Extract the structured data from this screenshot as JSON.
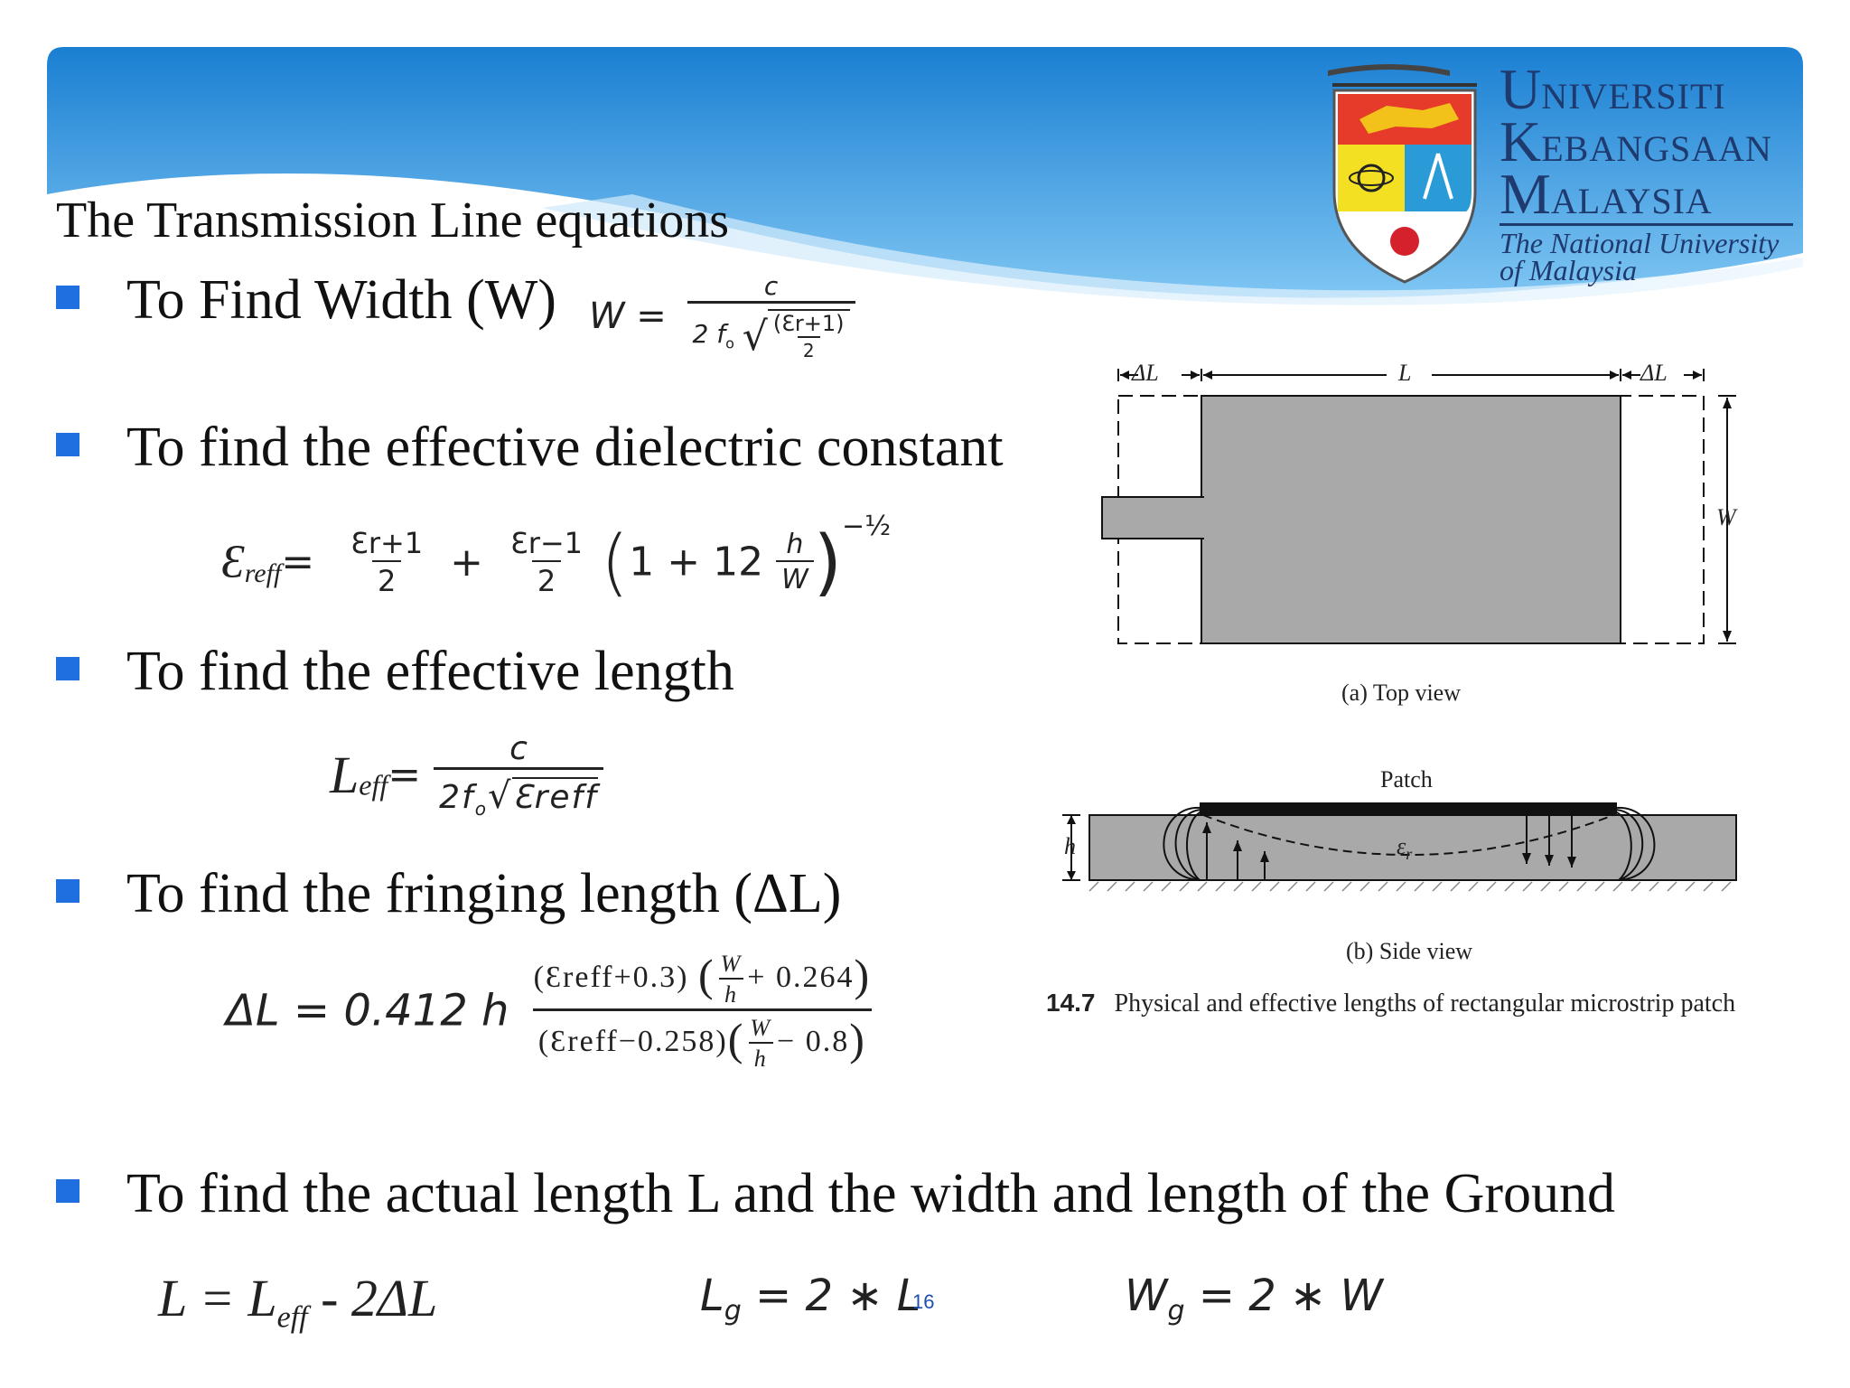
{
  "slide": {
    "title": "The Transmission Line equations",
    "page_number": "16",
    "accent_color": "#1f6fe0",
    "banner_color": "#2a8fdc"
  },
  "logo": {
    "university_line1_initial": "U",
    "university_line1_rest": "NIVERSITI",
    "university_line2_initial": "K",
    "university_line2_rest": "EBANGSAAN",
    "university_line3_initial": "M",
    "university_line3_rest": "ALAYSIA",
    "subtitle_line1": "The National University",
    "subtitle_line2": "of Malaysia"
  },
  "bullets": [
    "To Find Width (W)",
    "To find the effective dielectric constant",
    "To find the effective length",
    "To find  the fringing length (ΔL)",
    "To find the actual length L and the width and length of the Ground"
  ],
  "equations": {
    "width": {
      "lhs": "W =",
      "num": "c",
      "den_prefix": "2 f",
      "den_sub": "o",
      "root_num": "(Ɛr+1)",
      "root_den": "2"
    },
    "ereff": {
      "lhs": "Ɛ",
      "lhs_sub": "reff",
      "eq": "=",
      "t1_num": "Ɛr+1",
      "t1_den": "2",
      "plus": "+",
      "t2_num": "Ɛr−1",
      "t2_den": "2",
      "paren_text": "1 + 12",
      "h": "h",
      "W": "W",
      "exp": "−½"
    },
    "leff": {
      "lhs": "L",
      "lhs_sub": "eff",
      "eq": "=",
      "num": "c",
      "den": "2f",
      "den_sub": "o",
      "root": "Ɛreff"
    },
    "delta_l": {
      "lhs": "ΔL = 0.412 h",
      "num_a": "(Ɛreff+0.3)",
      "num_b": "+ 0.264",
      "den_a": "(Ɛreff−0.258)",
      "den_b": "− 0.8",
      "W": "W",
      "h": "h"
    },
    "actual_length": "L = L",
    "actual_length_sub": "eff",
    "actual_length_tail": " - 2ΔL",
    "ground_length_lhs": "L",
    "ground_length_sub": "g",
    "ground_length_rhs": " = 2 ∗ L",
    "ground_width_lhs": "W",
    "ground_width_sub": "g",
    "ground_width_rhs": " = 2 ∗ W"
  },
  "figure": {
    "top_view_caption": "(a) Top view",
    "side_view_caption": "(b) Side view",
    "figure_number": "14.7",
    "figure_caption": "Physical and effective lengths of rectangular microstrip patch",
    "label_dL_left": "ΔL",
    "label_L": "L",
    "label_dL_right": "ΔL",
    "label_W": "W",
    "label_patch": "Patch",
    "label_h": "h",
    "label_er": "ε",
    "label_er_sub": "r"
  }
}
